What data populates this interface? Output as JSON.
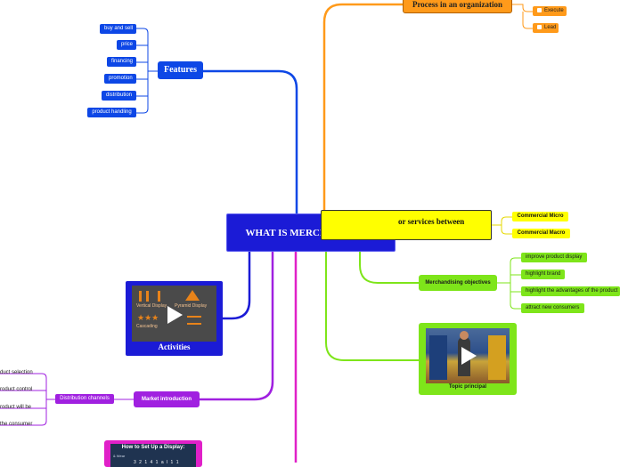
{
  "center": {
    "title": "WHAT IS MERCHANDISING"
  },
  "features": {
    "title": "Features",
    "items": [
      "buy and sell",
      "price",
      "financing",
      "promotion",
      "distribution",
      "product handling"
    ]
  },
  "process": {
    "title": "Process in an organization",
    "items": [
      "Execute",
      "Lead"
    ]
  },
  "definition": {
    "text": "or services between",
    "items": [
      "Commercial Micro",
      "Commercial Macro"
    ]
  },
  "objectives": {
    "title": "Merchandising objectives",
    "items": [
      "improve product display",
      "highlight brand",
      "highlight the advantages of the product",
      "attract new consumers"
    ]
  },
  "topic": {
    "title": "Topic principal"
  },
  "activities": {
    "title": "Activities",
    "thumb_labels": [
      "Vertical Display",
      "Pyramid Display",
      "Cascading"
    ]
  },
  "market": {
    "title": "Market introduction",
    "channels_title": "Distribution channels",
    "items": [
      "duct selection",
      "roduct control",
      "roduct will be",
      "the consumer"
    ]
  },
  "setup_video": {
    "title": "How to Set Up a Display:",
    "subtitle": "& Wear",
    "counter": "3 2 1 4 1 a l 1 1"
  },
  "colors": {
    "center": "#1b1bd6",
    "features": "#0d47e6",
    "process": "#ff9a1a",
    "definition": "#ffff00",
    "objectives": "#7ee51a",
    "market": "#a020e0",
    "setup": "#e020c8"
  }
}
